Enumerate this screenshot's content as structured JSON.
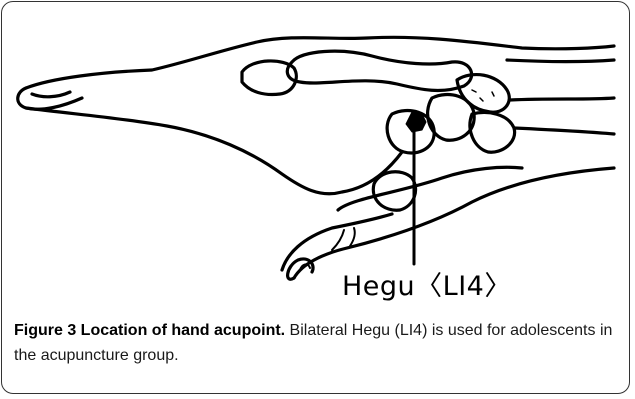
{
  "figure": {
    "point_label": "Hegu〈LI4〉",
    "caption_title": "Figure 3 Location of hand acupoint.",
    "caption_text": " Bilateral Hegu (LI4) is used for adolescents in the acupuncture group."
  },
  "colors": {
    "line_art": "#000000",
    "border": "#333333",
    "caption_text": "#1a1a1a"
  },
  "icons": {
    "acupoint_marker": "filled-hexagon",
    "leader": "vertical-line"
  }
}
